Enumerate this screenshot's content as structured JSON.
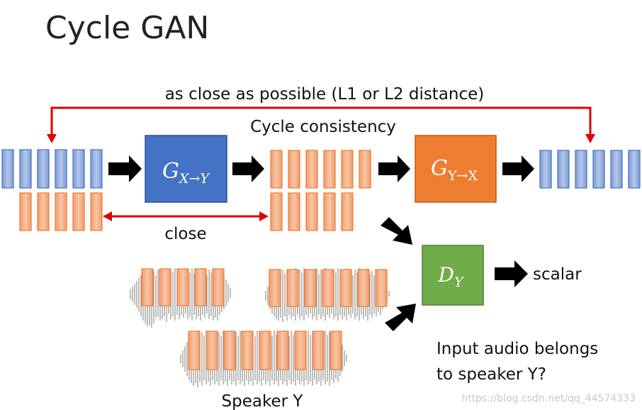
{
  "slide": {
    "title": "Cycle GAN",
    "top_note": "as close as possible (L1 or L2 distance)",
    "cycle_label": "Cycle consistency",
    "close_label": "close",
    "scalar_label": "scalar",
    "speaker_label": "Speaker Y",
    "question_line1": "Input audio belongs",
    "question_line2": "to speaker Y?",
    "watermark": "https://blog.csdn.net/qq_44574333"
  },
  "generators": {
    "gxy": {
      "base": "G",
      "sub": "X→Y"
    },
    "gyx": {
      "base": "G",
      "sub": "Y→X"
    },
    "dy": {
      "base": "D",
      "sub": "Y"
    }
  },
  "colors": {
    "blue_frame": "#8ea9db",
    "blue_frame_stroke": "#4472c4",
    "orange_frame": "#f4b183",
    "orange_frame_stroke": "#ed7d31",
    "gxy_fill": "#4472c4",
    "gyx_fill": "#ed7d31",
    "dy_fill": "#70ad47",
    "red_arrow": "#e00000",
    "black_arrow": "#000000",
    "waveform": "#9a9a9a"
  }
}
